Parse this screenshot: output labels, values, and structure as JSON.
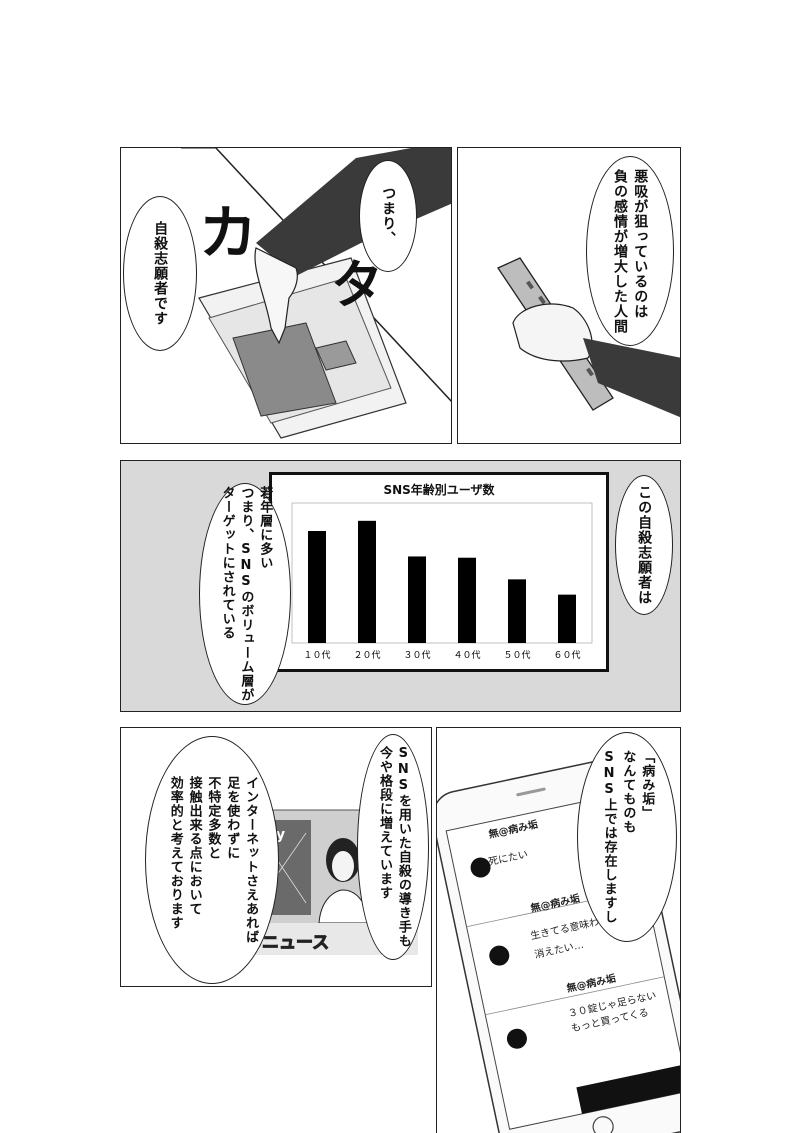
{
  "panels": {
    "p1": {
      "bubble1": "つまり、",
      "bubble2": "自殺志願者です",
      "sfx": [
        "カ",
        "タ"
      ]
    },
    "p2": {
      "bubble": "悪吸が狙っているのは\n負の感情が増大した人間"
    },
    "p3": {
      "bubble_left": "若年層に多い\nつまり、SNSのボリューム層が\nターゲットにされている",
      "bubble_right": "この自殺志願者は"
    },
    "p4": {
      "bubble_right": "SNSを用いた自殺の導き手も\n今や格段に増えています",
      "bubble_left": "インターネットさえあれば\n足を使わずに\n不特定多数と\n接触出来る点において\n効率的と考えております",
      "tv_caption": "本日のニュース",
      "tv_screen_text": "day\nS"
    },
    "p5": {
      "bubble": "「病み垢」\nなんてものも\nSNS上では存在しますし",
      "posts": [
        {
          "name": "無@病み垢",
          "text": "死にたい"
        },
        {
          "name": "無@病み垢",
          "text": "生きてる意味わかんない\n消えたい…"
        },
        {
          "name": "無@病み垢",
          "text": "３０錠じゃ足らない\nもっと買ってくる"
        }
      ]
    }
  },
  "chart_data": {
    "type": "bar",
    "title": "SNS年齢別ユーザ数",
    "categories": [
      "１０代",
      "２０代",
      "３０代",
      "４０代",
      "５０代",
      "６０代"
    ],
    "values": [
      88,
      96,
      68,
      67,
      50,
      38
    ],
    "ylim": [
      0,
      110
    ],
    "grid": false,
    "bar_color": "#000000"
  }
}
